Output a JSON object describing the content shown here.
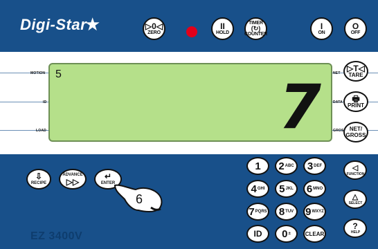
{
  "brand": {
    "logo_text": "Digi-Star",
    "model": "EZ 3400V"
  },
  "top_buttons": [
    {
      "label": "ZERO",
      "symbol": "▷0◁"
    },
    {
      "label": "HOLD",
      "symbol": "II"
    },
    {
      "label": "COUNTER",
      "symbol": "(↻)",
      "top_label": "TIMER"
    },
    {
      "label": "ON",
      "symbol": "I"
    },
    {
      "label": "OFF",
      "symbol": "O"
    }
  ],
  "display": {
    "small_value": "5",
    "main_value": "7"
  },
  "left_labels": {
    "motion": "MOTION",
    "id": "ID",
    "load": "LOAD"
  },
  "right_labels": {
    "net": "NET",
    "data": "DATA",
    "gross": "GROSS"
  },
  "right_buttons": [
    {
      "label": "TARE",
      "symbol": "▷T◁"
    },
    {
      "label": "PRINT",
      "symbol": "🖶"
    },
    {
      "label": "NET/\nGROSS",
      "symbol": ""
    }
  ],
  "left_buttons": [
    {
      "label": "RECIPE",
      "symbol": "⇩"
    },
    {
      "label": "ADVANCE",
      "symbol": "▷▷"
    },
    {
      "label": "ENTER",
      "symbol": "↵"
    }
  ],
  "keypad": [
    {
      "key": "1",
      "sub": ""
    },
    {
      "key": "2",
      "sub": "ABC"
    },
    {
      "key": "3",
      "sub": "DEF"
    },
    {
      "key": "4",
      "sub": "GHI"
    },
    {
      "key": "5",
      "sub": "JKL"
    },
    {
      "key": "6",
      "sub": "MNO"
    },
    {
      "key": "7",
      "sub": "PQRS"
    },
    {
      "key": "8",
      "sub": "TUV"
    },
    {
      "key": "9",
      "sub": "WXYZ"
    },
    {
      "key": "ID",
      "sub": ""
    },
    {
      "key": "0",
      "sub": "±"
    },
    {
      "key": "CLEAR",
      "sub": ""
    }
  ],
  "side_keys": [
    {
      "label": "FUNCTION",
      "symbol": "◁"
    },
    {
      "label": "SELECT",
      "symbol": "△"
    },
    {
      "label": "HELP",
      "symbol": "?"
    }
  ],
  "callout": {
    "number": "6"
  },
  "colors": {
    "panel": "#18508a",
    "lcd": "#b5e08a",
    "led": "#e2001a",
    "white": "#ffffff"
  }
}
